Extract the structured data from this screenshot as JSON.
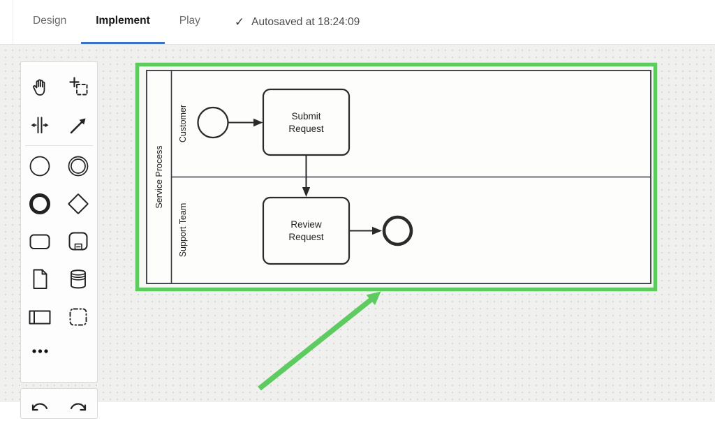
{
  "header": {
    "tabs": [
      {
        "label": "Design",
        "active": false
      },
      {
        "label": "Implement",
        "active": true
      },
      {
        "label": "Play",
        "active": false
      }
    ],
    "autosave_check": "✓",
    "autosave_text": "Autosaved at 18:24:09",
    "active_tab_underline_color": "#3b74c4"
  },
  "palette": {
    "tool_icons": [
      "hand-tool-icon",
      "lasso-tool-icon",
      "space-tool-icon",
      "global-connect-icon"
    ],
    "element_icons": [
      "start-event-icon",
      "intermediate-event-icon",
      "end-event-icon",
      "gateway-icon",
      "task-icon",
      "subprocess-icon",
      "data-object-icon",
      "data-store-icon",
      "participant-icon",
      "group-icon"
    ],
    "more_icon": "ellipsis-icon",
    "undo_redo_icons": [
      "undo-icon",
      "redo-icon"
    ]
  },
  "diagram": {
    "pool": {
      "label": "Service Process",
      "lanes": [
        {
          "label": "Customer"
        },
        {
          "label": "Support Team"
        }
      ]
    },
    "tasks": [
      {
        "label": "Submit Request",
        "label_lines": [
          "Submit",
          "Request"
        ]
      },
      {
        "label": "Review Request",
        "label_lines": [
          "Review",
          "Request"
        ]
      }
    ],
    "events": [
      "start-event",
      "end-event"
    ],
    "flows": [
      "start-to-submit",
      "submit-to-review",
      "review-to-end"
    ],
    "selection_color": "#5ecb60",
    "annotation_arrow_color": "#5ecb60"
  }
}
